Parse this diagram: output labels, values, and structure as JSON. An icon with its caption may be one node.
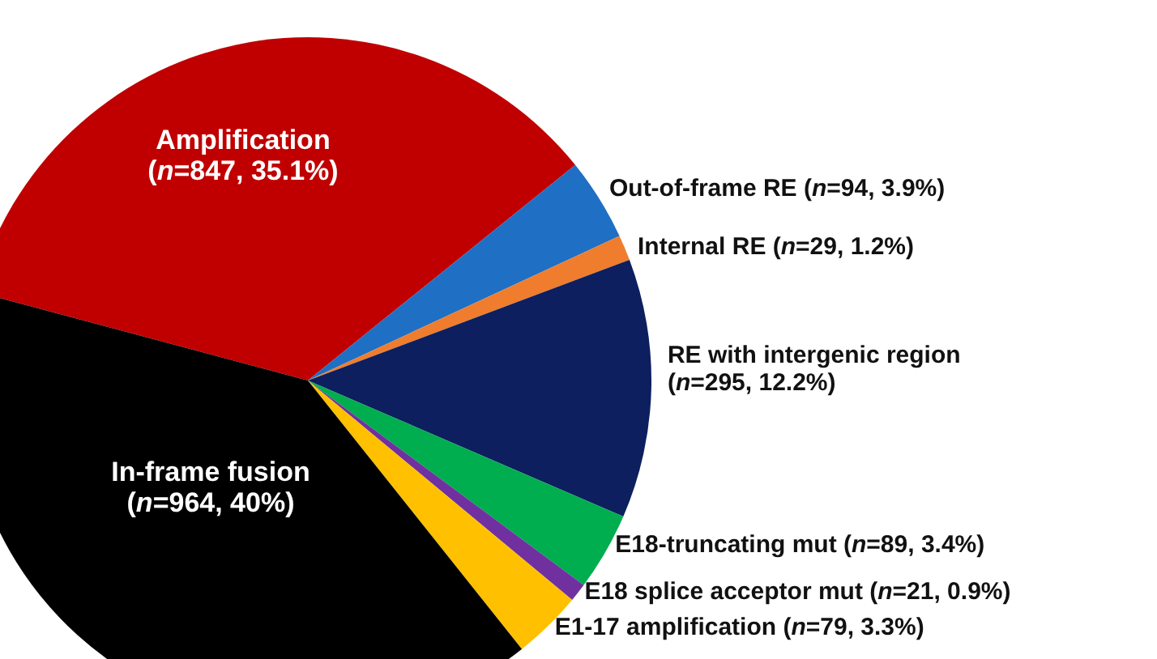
{
  "diagram": {
    "chart_data": {
      "type": "pie",
      "categories": [
        "Amplification (*n*=847, 35.1%)",
        "Out-of-frame RE (*n*=94, 3.9%)",
        "Internal RE (*n*=29, 1.2%)",
        "RE with intergenic region (*n*=295, 12.2%)",
        "E18-truncating mut (*n*=89, 3.4%)",
        "E18 splice acceptor mut (*n*=21, 0.9%)",
        "E1-17 amplification (*n*=79, 3.3%)",
        "In-frame fusion (*n*=964, 40%)"
      ],
      "values": [
        847,
        94,
        29,
        295,
        89,
        21,
        79,
        964
      ]
    }
  }
}
